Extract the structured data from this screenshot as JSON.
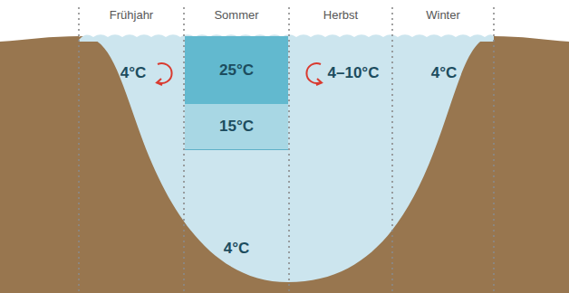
{
  "diagram": {
    "nodes": [
      {
        "text": [
          "25°C"
        ]
      },
      {
        "text": [
          "15°C"
        ]
      }
    ],
    "labels": [
      "Frühjahr",
      "Sommer",
      "Herbst",
      "Winter",
      "4°C",
      "4–10°C",
      "4°C",
      "4°C"
    ]
  }
}
